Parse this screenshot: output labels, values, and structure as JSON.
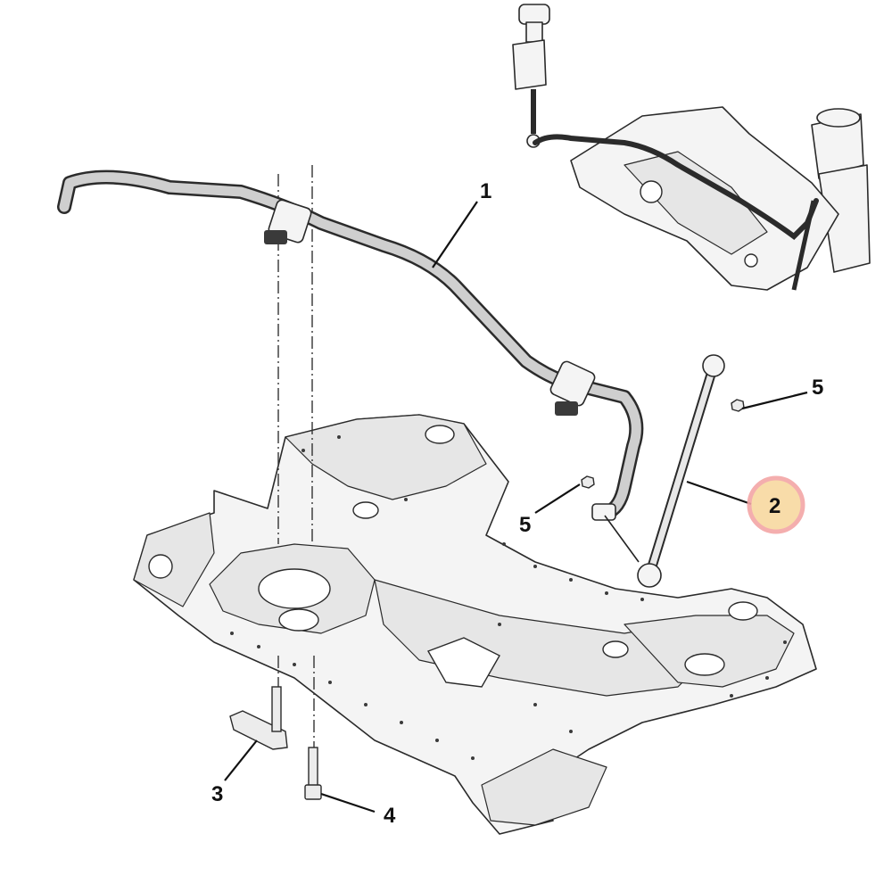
{
  "callouts": {
    "c1": "1",
    "c2": "2",
    "c3": "3",
    "c4": "4",
    "c5a": "5",
    "c5b": "5"
  },
  "colors": {
    "highlight_ring": "#f3a6a6",
    "highlight_fill": "#f8d9a0",
    "line": "#111111",
    "part_fill": "#f4f4f4"
  },
  "highlighted_callout": "2"
}
